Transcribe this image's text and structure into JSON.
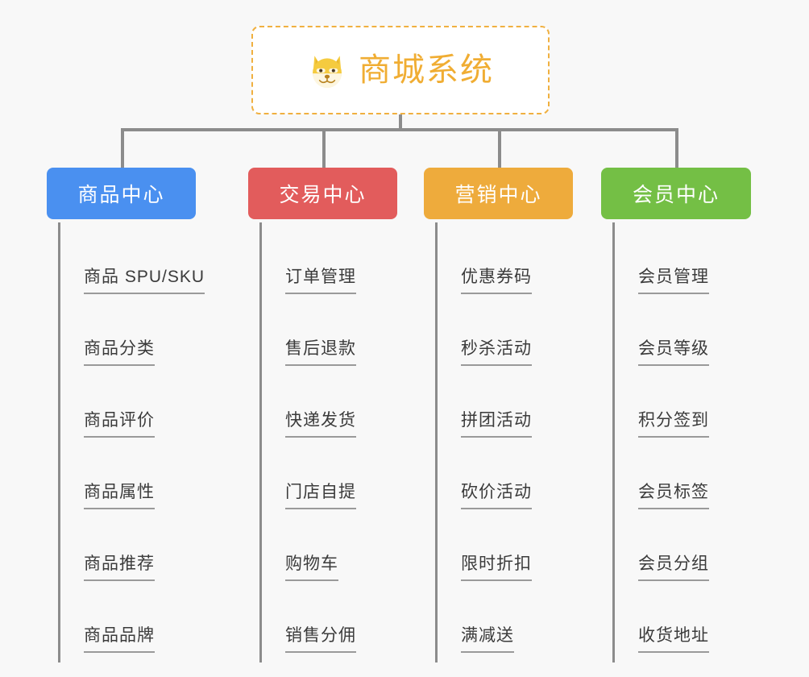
{
  "page": {
    "background_color": "#f8f8f8",
    "connector_color": "#8c8c8c",
    "leaf_underline_color": "#9a9a9a",
    "leaf_text_color": "#3b3b3b"
  },
  "root": {
    "icon": "shiba-dog-face-emoji",
    "emoji": "🐶",
    "title": "商城系统",
    "text_color": "#f0ad33",
    "border_color": "#f0b040",
    "background_color": "#ffffff",
    "border_style": "dashed"
  },
  "branches": [
    {
      "label": "商品中心",
      "color": "#4a90f0",
      "items": [
        "商品 SPU/SKU",
        "商品分类",
        "商品评价",
        "商品属性",
        "商品推荐",
        "商品品牌"
      ]
    },
    {
      "label": "交易中心",
      "color": "#e25c5c",
      "items": [
        "订单管理",
        "售后退款",
        "快递发货",
        "门店自提",
        "购物车",
        "销售分佣"
      ]
    },
    {
      "label": "营销中心",
      "color": "#eeab3c",
      "items": [
        "优惠券码",
        "秒杀活动",
        "拼团活动",
        "砍价活动",
        "限时折扣",
        "满减送"
      ]
    },
    {
      "label": "会员中心",
      "color": "#74bf45",
      "items": [
        "会员管理",
        "会员等级",
        "积分签到",
        "会员标签",
        "会员分组",
        "收货地址"
      ]
    }
  ]
}
